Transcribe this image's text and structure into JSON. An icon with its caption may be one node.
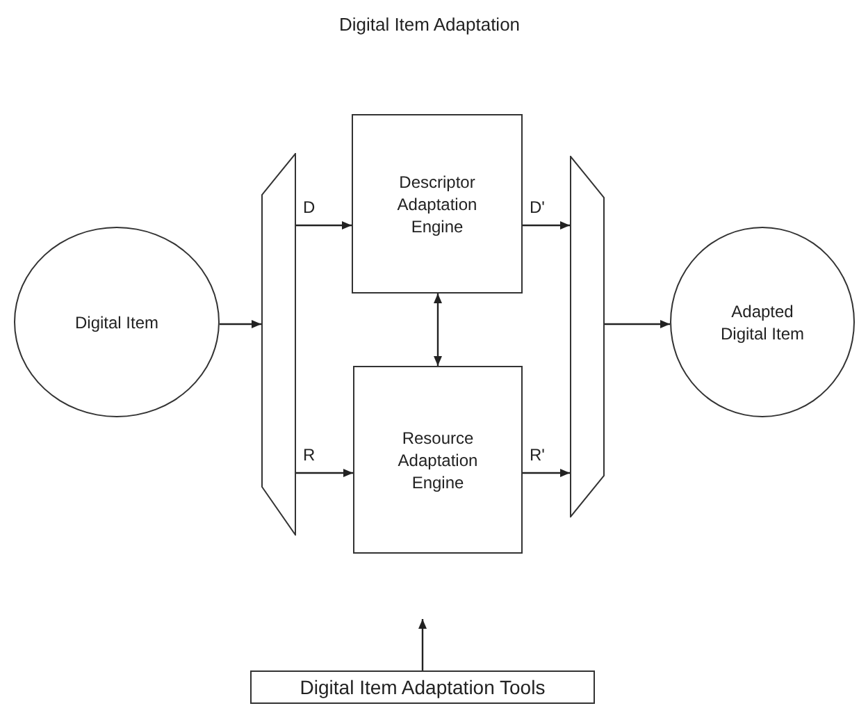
{
  "diagram": {
    "title": "Digital Item Adaptation",
    "nodes": [
      {
        "text": [
          "Digital Item"
        ]
      },
      {
        "text": [],
        "shape": "trapezoid"
      },
      {
        "text": [
          "Descriptor Adaptation Engine"
        ]
      },
      {
        "text": [
          "Resource Adaptation Engine"
        ]
      },
      {
        "text": [],
        "shape": "trapezoid"
      },
      {
        "text": [
          "Adapted Digital Item"
        ]
      },
      {
        "text": [
          "Digital Item Adaptation Tools"
        ]
      }
    ],
    "edges": [
      {
        "from": 0,
        "to": 1,
        "arrow": "to"
      },
      {
        "from": 1,
        "to": 2,
        "arrow": "to",
        "label": "D"
      },
      {
        "from": 1,
        "to": 3,
        "arrow": "to",
        "label": "R"
      },
      {
        "from": 2,
        "to": 3,
        "arrow": "both"
      },
      {
        "from": 2,
        "to": 4,
        "arrow": "to",
        "label": "D'"
      },
      {
        "from": 3,
        "to": 4,
        "arrow": "to",
        "label": "R'"
      },
      {
        "from": 4,
        "to": 5,
        "arrow": "to"
      },
      {
        "from": 6,
        "to": null,
        "arrow": "to"
      }
    ]
  }
}
